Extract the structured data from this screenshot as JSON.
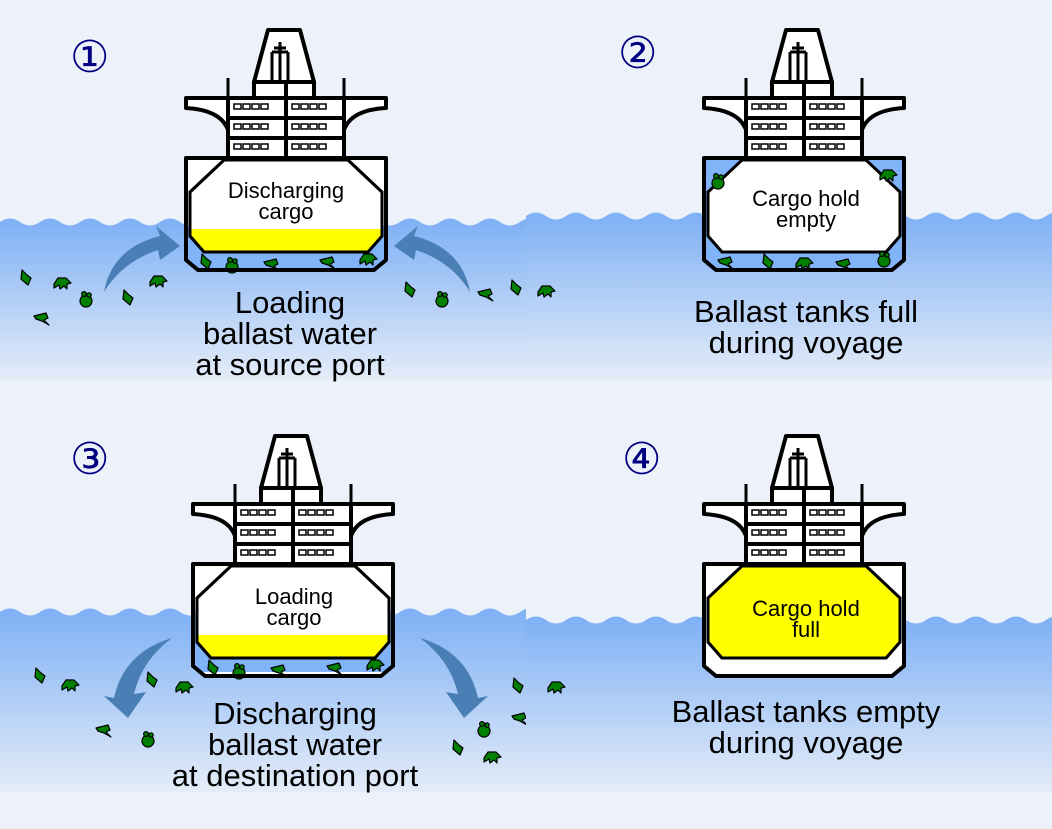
{
  "diagram": {
    "title": "Ballast water cycle of a cargo ship",
    "colors": {
      "background": "#edf2fa",
      "water_top": "#7eb0f5",
      "water_bottom": "#e4ecf8",
      "ballast_water": "#80b3f7",
      "cargo": "#ffff00",
      "arrow": "#4a7fb5",
      "organism": "#008000",
      "step_number": "#000080",
      "outline": "#000000"
    },
    "panels": [
      {
        "step": "①",
        "hold_label": "Discharging\ncargo",
        "caption": "Loading\nballast water\nat source port",
        "cargo_level": 0.25,
        "ballast_tanks": "partial",
        "flow": "inflow"
      },
      {
        "step": "②",
        "hold_label": "Cargo hold\nempty",
        "caption": "Ballast tanks full\nduring voyage",
        "cargo_level": 0,
        "ballast_tanks": "full",
        "flow": "none"
      },
      {
        "step": "③",
        "hold_label": "Loading\ncargo",
        "caption": "Discharging\nballast water\nat destination port",
        "cargo_level": 0.25,
        "ballast_tanks": "partial",
        "flow": "outflow"
      },
      {
        "step": "④",
        "hold_label": "Cargo hold\nfull",
        "caption": "Ballast tanks empty\nduring voyage",
        "cargo_level": 1,
        "ballast_tanks": "empty",
        "flow": "none"
      }
    ]
  }
}
